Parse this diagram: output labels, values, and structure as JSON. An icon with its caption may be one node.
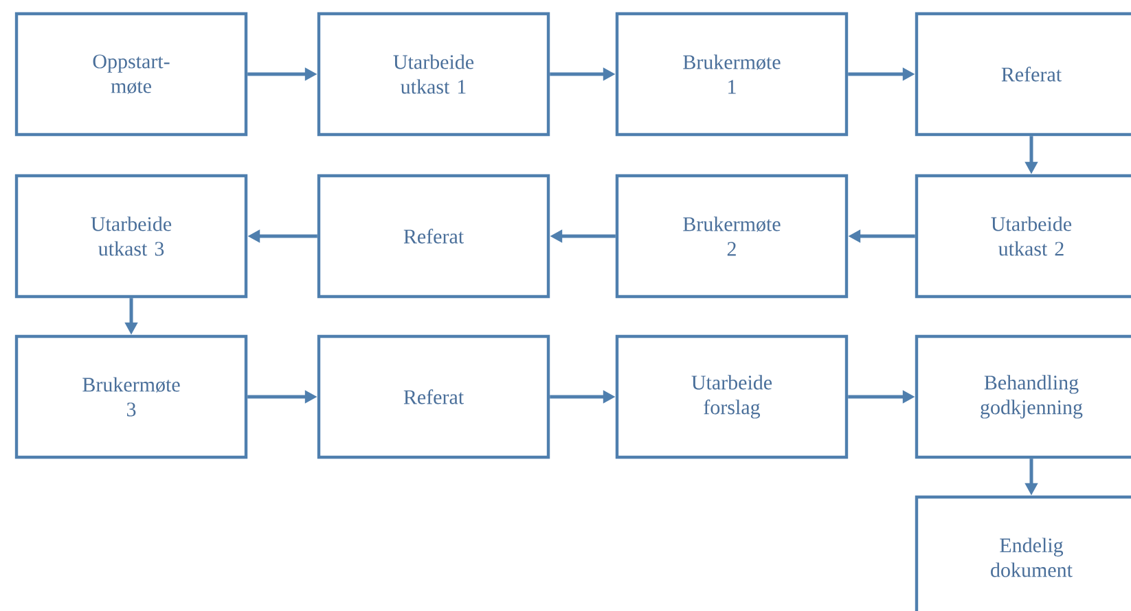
{
  "diagram": {
    "nodes": [
      {
        "text": [
          "Oppstart- møte"
        ]
      },
      {
        "text": [
          "Utarbeide utkast 1"
        ]
      },
      {
        "text": [
          "Brukermøte 1"
        ]
      },
      {
        "text": [
          "Referat"
        ]
      },
      {
        "text": [
          "Utarbeide utkast 2"
        ]
      },
      {
        "text": [
          "Brukermøte 2"
        ]
      },
      {
        "text": [
          "Referat"
        ]
      },
      {
        "text": [
          "Utarbeide utkast 3"
        ]
      },
      {
        "text": [
          "Brukermøte 3"
        ]
      },
      {
        "text": [
          "Referat"
        ]
      },
      {
        "text": [
          "Utarbeide forslag"
        ]
      },
      {
        "text": [
          "Behandling godkjenning"
        ]
      },
      {
        "text": [
          "Endelig dokument"
        ]
      }
    ],
    "edges": [
      {
        "from": 0,
        "to": 1,
        "arrow": "to"
      },
      {
        "from": 1,
        "to": 2,
        "arrow": "to"
      },
      {
        "from": 2,
        "to": 3,
        "arrow": "to"
      },
      {
        "from": 3,
        "to": 4,
        "arrow": "to"
      },
      {
        "from": 4,
        "to": 5,
        "arrow": "to"
      },
      {
        "from": 5,
        "to": 6,
        "arrow": "to"
      },
      {
        "from": 6,
        "to": 7,
        "arrow": "to"
      },
      {
        "from": 7,
        "to": 8,
        "arrow": "to"
      },
      {
        "from": 8,
        "to": 9,
        "arrow": "to"
      },
      {
        "from": 9,
        "to": 10,
        "arrow": "to"
      },
      {
        "from": 10,
        "to": 11,
        "arrow": "to"
      },
      {
        "from": 11,
        "to": 12,
        "arrow": "to"
      }
    ]
  }
}
